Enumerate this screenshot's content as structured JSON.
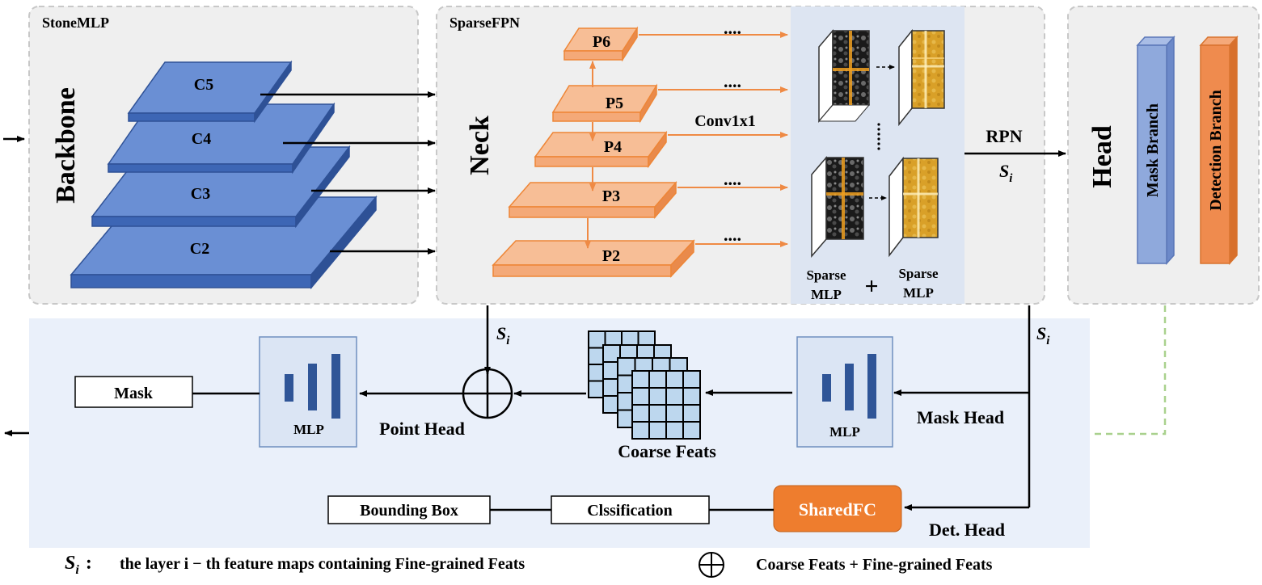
{
  "panels": {
    "stonemlp": {
      "title": "StoneMLP",
      "side_label": "Backbone"
    },
    "sparsefpn": {
      "title": "SparseFPN",
      "side_label": "Neck"
    },
    "head": {
      "side_label": "Head",
      "mask_branch": "Mask Branch",
      "detection_branch": "Detection Branch"
    }
  },
  "backbone_levels": [
    "C5",
    "C4",
    "C3",
    "C2"
  ],
  "pyramid_levels": [
    "P6",
    "P5",
    "P4",
    "P3",
    "P2"
  ],
  "neck": {
    "ellipsis": "....",
    "conv_label": "Conv1x1",
    "vertical_ellipsis": "⋮",
    "sparse_mlp_left": [
      "Sparse",
      "MLP"
    ],
    "sparse_mlp_right": [
      "Sparse",
      "MLP"
    ],
    "plus": "+"
  },
  "rpn": {
    "label": "RPN",
    "si_base": "S",
    "si_sub": "i"
  },
  "bottom": {
    "si_base": "S",
    "si_sub": "i",
    "mask_box": "Mask",
    "mlp_label": "MLP",
    "point_head": "Point Head",
    "coarse_feats": "Coarse Feats",
    "mask_head": "Mask Head",
    "bounding_box": "Bounding Box",
    "classification": "Clssification",
    "shared_fc": "SharedFC",
    "det_head": "Det. Head"
  },
  "legend": {
    "si_base": "S",
    "si_sub": "i",
    "si_colon": ":",
    "si_text": "the layer i − th feature maps containing Fine-grained Feats",
    "oplus_text": "Coarse Feats + Fine-grained Feats"
  },
  "colors": {
    "panel_bg": "#efefef",
    "panel_border": "#c8c8c8",
    "bottom_bg": "#eaf0fa",
    "feature_bg": "#dde5f2",
    "blue_top": "#6a8fd4",
    "blue_front": "#3d66b5",
    "blue_side": "#2e5196",
    "orange_top": "#f7be96",
    "orange_front": "#f4a978",
    "orange_side": "#e98a4b",
    "orange_stroke": "#ee8637",
    "orange_arrow": "#ef8a44",
    "shared_fc": "#ee7d2e",
    "mlp_box_bg": "#dbe5f4",
    "mlp_box_border": "#6f8fbf",
    "mlp_bar": "#2f5597",
    "grid_fill": "#bdd7ee",
    "green_dash": "#a9d18e",
    "mask_branch": "#8fa9dc",
    "detection_branch": "#ef8b4e"
  }
}
